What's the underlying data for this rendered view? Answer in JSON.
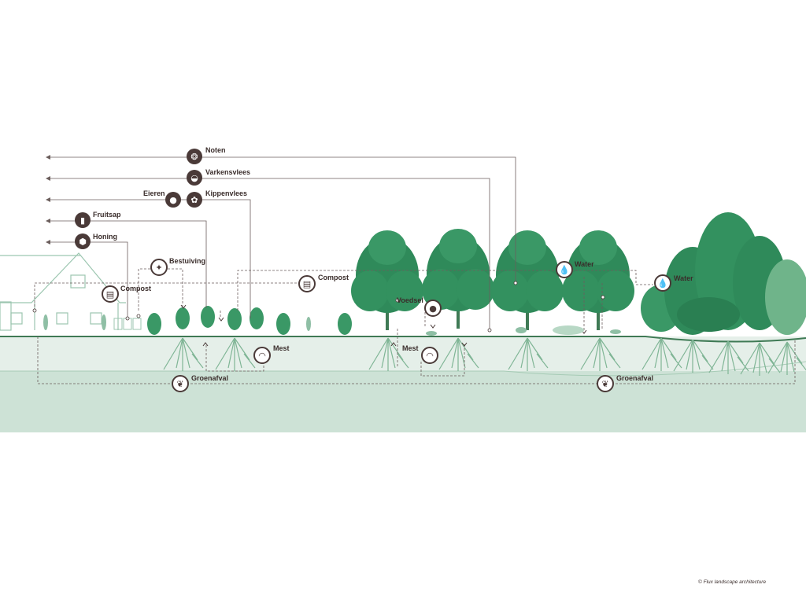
{
  "flows": {
    "noten": "Noten",
    "varkensvlees": "Varkensvlees",
    "eieren": "Eieren",
    "kippenvlees": "Kippenvlees",
    "fruitsap": "Fruitsap",
    "honing": "Honing",
    "bestuiving": "Bestuiving",
    "compost_left": "Compost",
    "compost_mid": "Compost",
    "voedsel": "Voedsel",
    "water_1": "Water",
    "water_2": "Water",
    "mest_1": "Mest",
    "mest_2": "Mest",
    "groenafval_1": "Groenafval",
    "groenafval_2": "Groenafval"
  },
  "icons": {
    "noten": "nuts-icon",
    "varkensvlees": "pork-icon",
    "eieren": "eggs-icon",
    "kippenvlees": "chicken-icon",
    "fruitsap": "juice-bottle-icon",
    "honing": "honeycomb-icon",
    "bestuiving": "bee-icon",
    "compost": "compost-crate-icon",
    "voedsel": "food-pellets-icon",
    "water": "water-drop-icon",
    "mest": "manure-icon",
    "groenafval": "leaves-icon"
  },
  "credit": "© Flux landscape architecture",
  "colors": {
    "accent_green": "#2f8a5a",
    "soil_light": "#e3eee8",
    "soil_dark": "#cfe3d8",
    "icon_brown": "#4a3a38",
    "line": "#6b5e5c"
  }
}
